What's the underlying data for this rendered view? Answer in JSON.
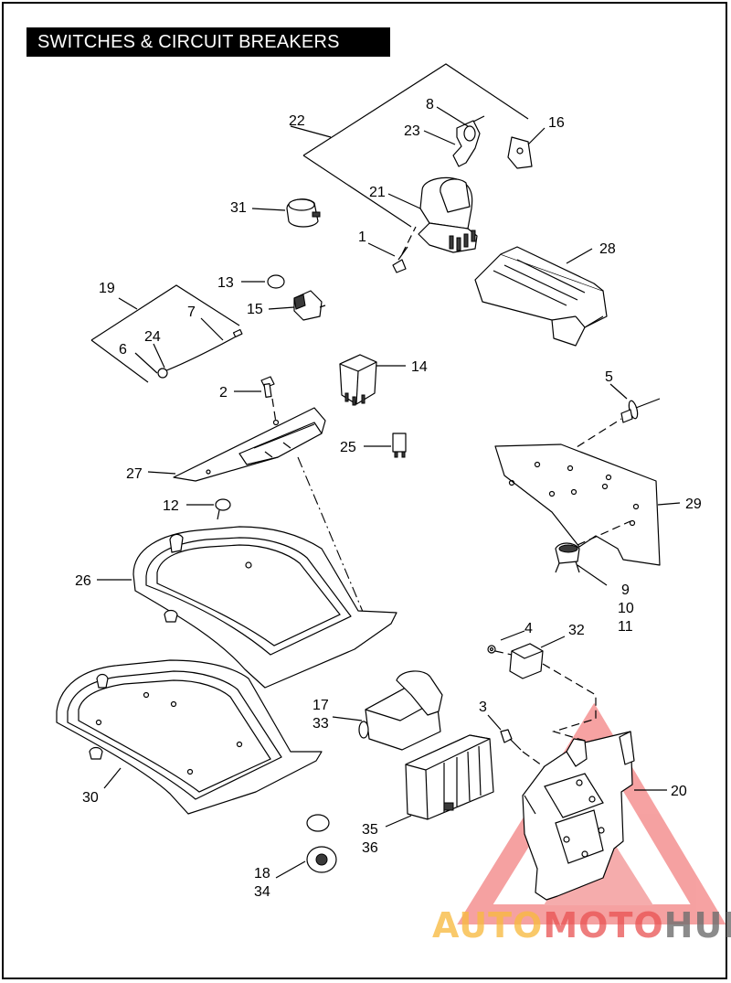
{
  "title": "SWITCHES & CIRCUIT BREAKERS",
  "callouts": [
    {
      "id": "c22",
      "text": "22"
    },
    {
      "id": "c8",
      "text": "8"
    },
    {
      "id": "c23",
      "text": "23"
    },
    {
      "id": "c16",
      "text": "16"
    },
    {
      "id": "c21",
      "text": "21"
    },
    {
      "id": "c31",
      "text": "31"
    },
    {
      "id": "c1",
      "text": "1"
    },
    {
      "id": "c28",
      "text": "28"
    },
    {
      "id": "c19",
      "text": "19"
    },
    {
      "id": "c13",
      "text": "13"
    },
    {
      "id": "c15",
      "text": "15"
    },
    {
      "id": "c7",
      "text": "7"
    },
    {
      "id": "c24",
      "text": "24"
    },
    {
      "id": "c6",
      "text": "6"
    },
    {
      "id": "c14",
      "text": "14"
    },
    {
      "id": "c2",
      "text": "2"
    },
    {
      "id": "c5",
      "text": "5"
    },
    {
      "id": "c25",
      "text": "25"
    },
    {
      "id": "c27",
      "text": "27"
    },
    {
      "id": "c29",
      "text": "29"
    },
    {
      "id": "c12",
      "text": "12"
    },
    {
      "id": "c26",
      "text": "26"
    },
    {
      "id": "c9",
      "text": "9"
    },
    {
      "id": "c10",
      "text": "10"
    },
    {
      "id": "c11",
      "text": "11"
    },
    {
      "id": "c4",
      "text": "4"
    },
    {
      "id": "c32",
      "text": "32"
    },
    {
      "id": "c17",
      "text": "17"
    },
    {
      "id": "c33",
      "text": "33"
    },
    {
      "id": "c3",
      "text": "3"
    },
    {
      "id": "c20",
      "text": "20"
    },
    {
      "id": "c30",
      "text": "30"
    },
    {
      "id": "c35",
      "text": "35"
    },
    {
      "id": "c36",
      "text": "36"
    },
    {
      "id": "c18",
      "text": "18"
    },
    {
      "id": "c34",
      "text": "34"
    }
  ],
  "watermark": {
    "part1": "AUTO",
    "part2": "MOTO",
    "part3": "HUB"
  }
}
